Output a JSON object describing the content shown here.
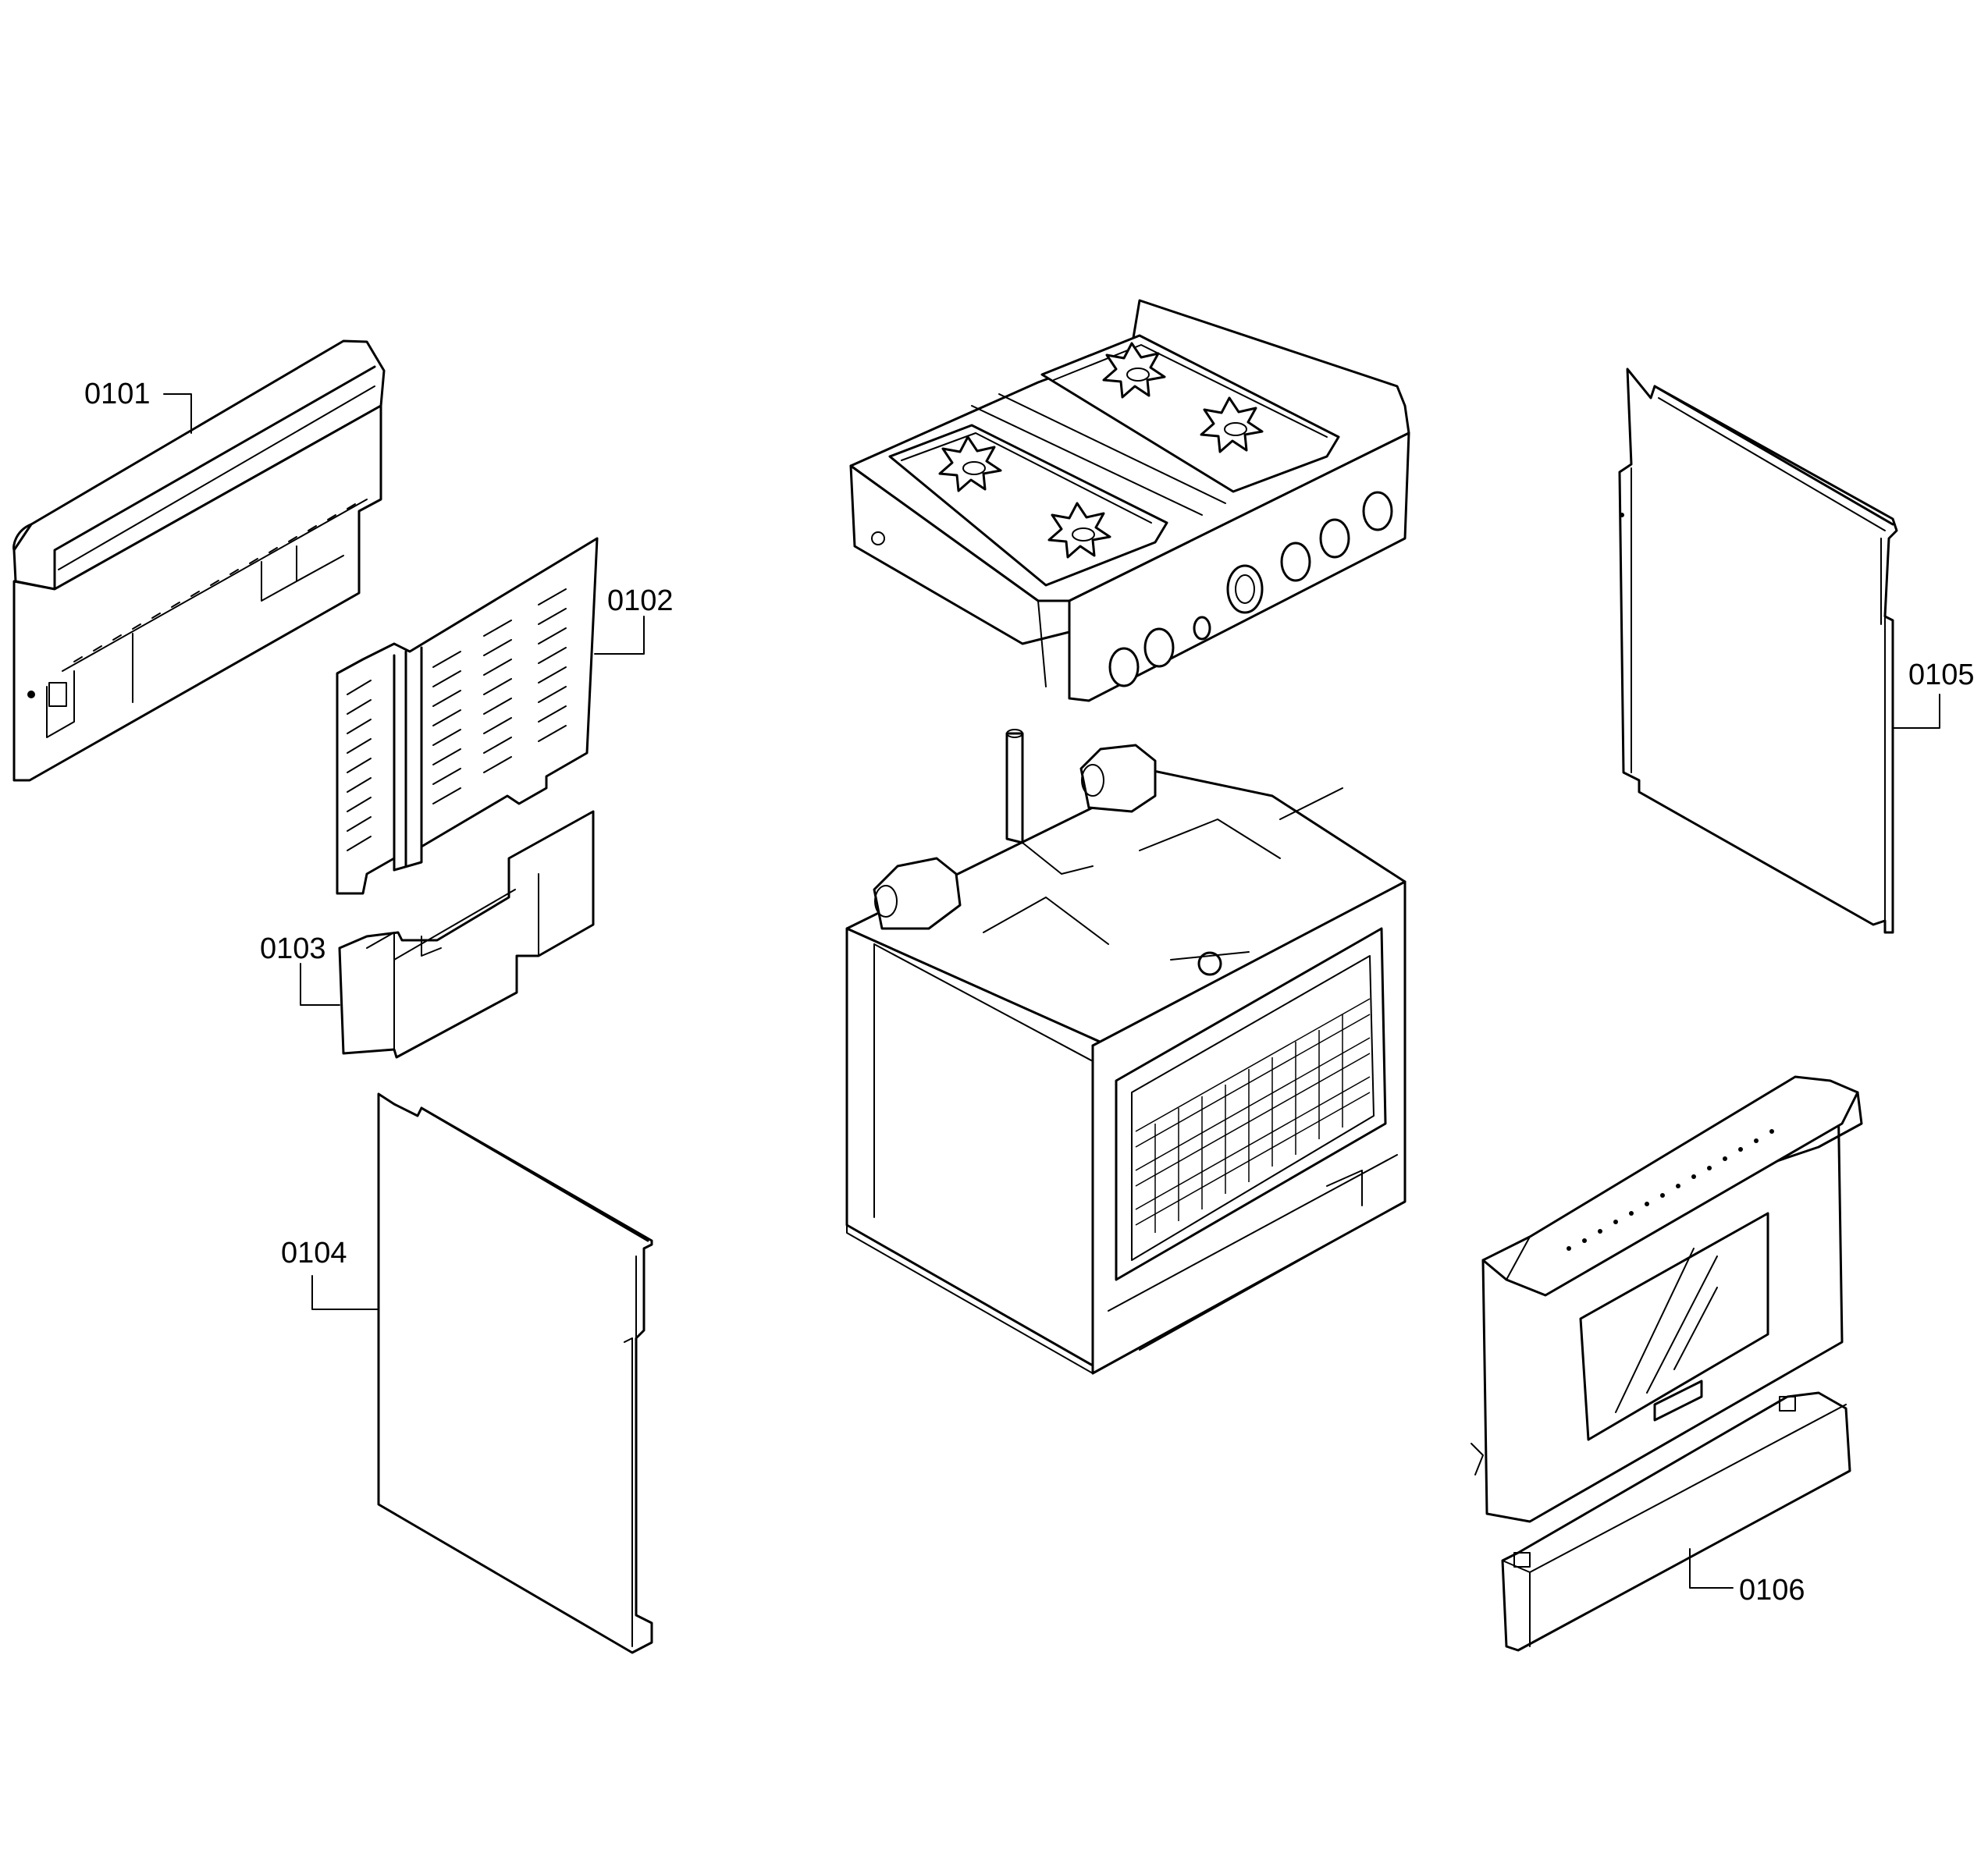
{
  "parts": [
    {
      "id": "0101",
      "label": "0101"
    },
    {
      "id": "0102",
      "label": "0102"
    },
    {
      "id": "0103",
      "label": "0103"
    },
    {
      "id": "0104",
      "label": "0104"
    },
    {
      "id": "0105",
      "label": "0105"
    },
    {
      "id": "0106",
      "label": "0106"
    }
  ]
}
